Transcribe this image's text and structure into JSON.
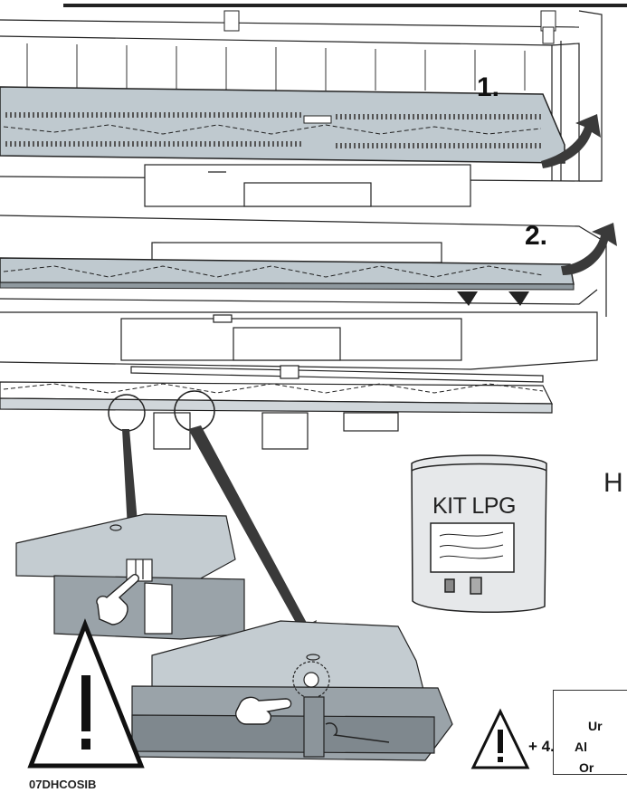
{
  "labels": {
    "step1": "1.",
    "step2": "2.",
    "kit_title": "KIT LPG",
    "edge_letter": "H",
    "drawing_code": "07DHCOSIB"
  },
  "note": {
    "step": "+ 4.",
    "line1": "Ur",
    "line2": "Al",
    "line3": "Or"
  },
  "colors": {
    "burner_plate": "#bfc9cf",
    "panel_grey": "#c4ccd1",
    "panel_dark": "#9aa3a9",
    "line": "#222222",
    "bag": "#e6e8ea"
  },
  "icons": {
    "warning_large": "warning-triangle-icon",
    "warning_small": "warning-triangle-icon",
    "pointing_hand": "pointing-hand-icon",
    "curved_arrow": "curved-arrow-icon"
  }
}
